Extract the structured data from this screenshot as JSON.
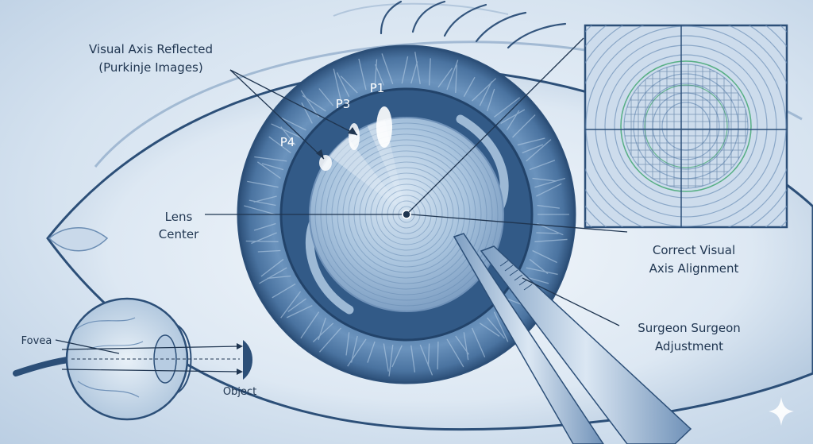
{
  "labels": {
    "purkinje_line1": "Visual Axis Reflected",
    "purkinje_line2": "(Purkinje Images)",
    "p1": "P1",
    "p3": "P3",
    "p4": "P4",
    "lens_line1": "Lens",
    "lens_line2": "Center",
    "alignment_line1": "Correct Visual",
    "alignment_line2": "Axis Alignment",
    "surgeon_line1": "Surgeon Surgeon",
    "surgeon_line2": "Adjustment",
    "fovea": "Fovea",
    "object": "Object"
  },
  "icons": {
    "corner_mark": "sparkle-icon"
  },
  "colors": {
    "background": "#dfe9f4",
    "ink": "#1f3550",
    "iris": "#4f79a6",
    "iris_dark": "#2c4f78",
    "pupil": "#345b86",
    "lens": "#9fbcd8",
    "grid_green": "#3aa46a"
  }
}
